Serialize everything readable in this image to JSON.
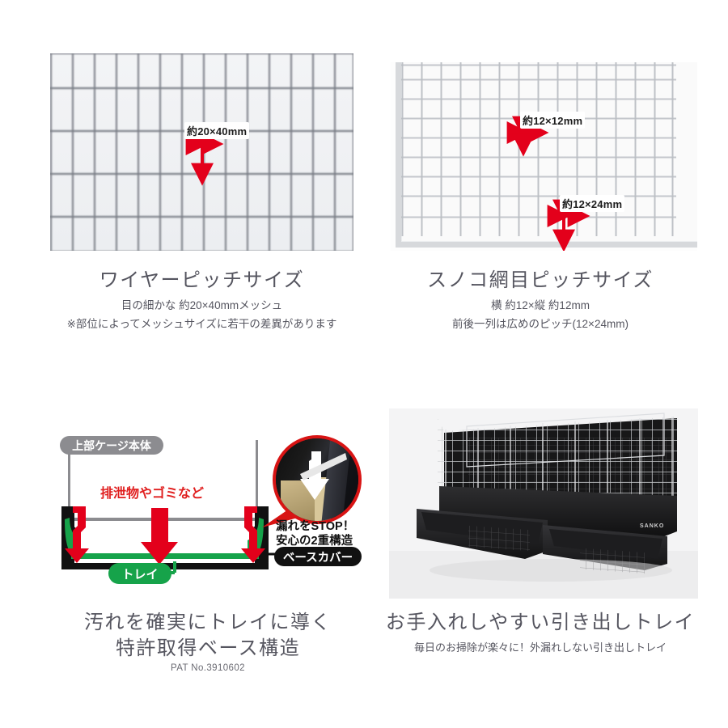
{
  "page": {
    "background": "#ffffff",
    "text_color": "#55555f",
    "accent_red": "#e01f1f",
    "accent_green": "#16a34a",
    "accent_gray": "#8c8c90"
  },
  "panels": [
    {
      "id": "wire-pitch",
      "title": "ワイヤーピッチサイズ",
      "subtitle_lines": [
        "目の細かな 約20×40mmメッシュ",
        "※部位によってメッシュサイズに若干の差異があります"
      ],
      "figure": {
        "type": "photo-wire-mesh",
        "annotations": [
          {
            "label": "約20×40mm",
            "horizontal_mm": 20,
            "vertical_mm": 40
          }
        ]
      }
    },
    {
      "id": "sunoko-pitch",
      "title": "スノコ網目ピッチサイズ",
      "subtitle_lines": [
        "横 約12×縦 約12mm",
        "前後一列は広めのピッチ(12×24mm)"
      ],
      "figure": {
        "type": "photo-sunoko-mesh",
        "annotations": [
          {
            "label": "約12×12mm",
            "horizontal_mm": 12,
            "vertical_mm": 12
          },
          {
            "label": "約12×24mm",
            "horizontal_mm": 12,
            "vertical_mm": 24
          }
        ]
      }
    },
    {
      "id": "base-structure",
      "title_lines": [
        "汚れを確実にトレイに導く",
        "特許取得ベース構造"
      ],
      "patent": "PAT No.3910602",
      "figure": {
        "type": "diagram-base-structure",
        "labels": {
          "upper_cage": "上部ケージ本体",
          "waste": "排泄物やゴミなど",
          "tray": "トレイ",
          "leak_stop_line1": "漏れをSTOP！",
          "leak_stop_line2": "安心の2重構造",
          "base_cover": "ベースカバー"
        }
      }
    },
    {
      "id": "drawer-tray",
      "title": "お手入れしやすい引き出しトレイ",
      "subtitle_lines": [
        "毎日のお掃除が楽々に！外漏れしない引き出しトレイ"
      ],
      "figure": {
        "type": "photo-cage-drawer-trays",
        "brand": "SANKO"
      }
    }
  ]
}
